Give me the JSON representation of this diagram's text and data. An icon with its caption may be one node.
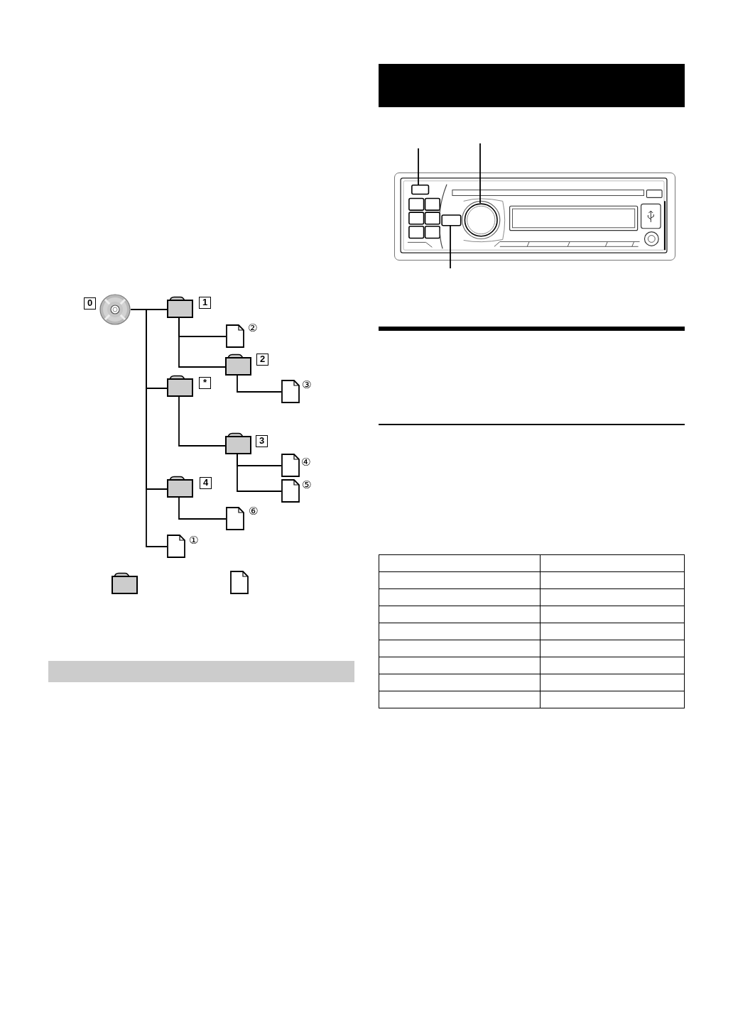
{
  "diagram": {
    "nodes": [
      {
        "text": [],
        "shape": "disc",
        "beside": [
          "0"
        ]
      },
      {
        "text": [],
        "shape": "folder",
        "beside": [
          "1"
        ]
      },
      {
        "text": [],
        "shape": "file",
        "beside": [
          "②"
        ]
      },
      {
        "text": [],
        "shape": "folder",
        "beside": [
          "2"
        ]
      },
      {
        "text": [],
        "shape": "file",
        "beside": [
          "③"
        ]
      },
      {
        "text": [],
        "shape": "folder",
        "beside": [
          "*"
        ]
      },
      {
        "text": [],
        "shape": "folder",
        "beside": [
          "3"
        ]
      },
      {
        "text": [],
        "shape": "file",
        "beside": [
          "④"
        ]
      },
      {
        "text": [],
        "shape": "file",
        "beside": [
          "⑤"
        ]
      },
      {
        "text": [],
        "shape": "folder",
        "beside": [
          "4"
        ]
      },
      {
        "text": [],
        "shape": "file",
        "beside": [
          "⑥"
        ]
      },
      {
        "text": [],
        "shape": "file",
        "beside": [
          "①"
        ]
      },
      {
        "text": [],
        "shape": "folder"
      },
      {
        "text": [],
        "shape": "file"
      },
      {
        "text": [],
        "shape": "bar"
      },
      {
        "text": [],
        "shape": "bar"
      },
      {
        "text": [],
        "shape": "picture"
      },
      {
        "text": [],
        "shape": "button",
        "in": 16
      },
      {
        "text": [],
        "shape": "circle",
        "in": 16
      },
      {
        "text": [],
        "shape": "button",
        "in": 16
      }
    ],
    "edges": [
      {
        "from": 0,
        "to": 1,
        "arrow": "none"
      },
      {
        "from": 1,
        "to": 2,
        "arrow": "none"
      },
      {
        "from": 1,
        "to": 3,
        "arrow": "none"
      },
      {
        "from": 3,
        "to": 4,
        "arrow": "none"
      },
      {
        "from": 0,
        "to": 5,
        "arrow": "none"
      },
      {
        "from": 5,
        "to": 6,
        "arrow": "none"
      },
      {
        "from": 6,
        "to": 7,
        "arrow": "none"
      },
      {
        "from": 6,
        "to": 8,
        "arrow": "none"
      },
      {
        "from": 0,
        "to": 9,
        "arrow": "none"
      },
      {
        "from": 9,
        "to": 10,
        "arrow": "none"
      },
      {
        "from": 0,
        "to": 11,
        "arrow": "none"
      },
      {
        "from": null,
        "to": 17,
        "arrow": "none"
      },
      {
        "from": null,
        "to": 18,
        "arrow": "none"
      },
      {
        "from": null,
        "to": 19,
        "arrow": "none"
      }
    ]
  }
}
